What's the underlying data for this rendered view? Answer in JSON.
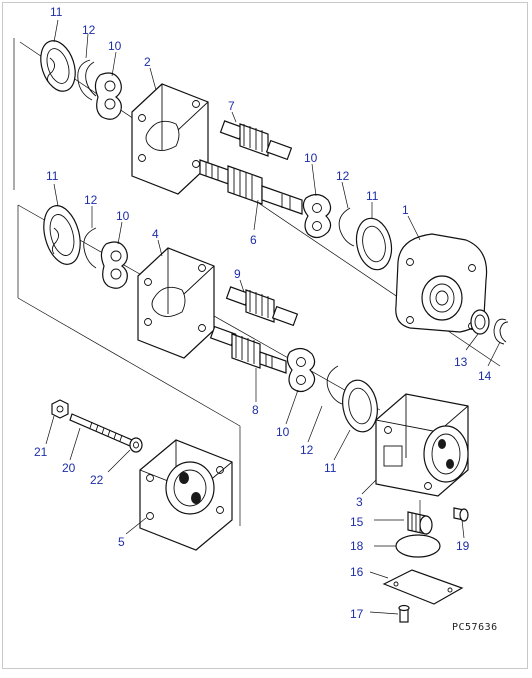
{
  "diagram": {
    "drawing_code": "PC57636",
    "callouts": [
      {
        "id": "c11a",
        "text": "11"
      },
      {
        "id": "c12a",
        "text": "12"
      },
      {
        "id": "c10a",
        "text": "10"
      },
      {
        "id": "c2",
        "text": "2"
      },
      {
        "id": "c7",
        "text": "7"
      },
      {
        "id": "c10b",
        "text": "10"
      },
      {
        "id": "c12b",
        "text": "12"
      },
      {
        "id": "c11b",
        "text": "11"
      },
      {
        "id": "c6",
        "text": "6"
      },
      {
        "id": "c1",
        "text": "1"
      },
      {
        "id": "c11c",
        "text": "11"
      },
      {
        "id": "c12c",
        "text": "12"
      },
      {
        "id": "c10c",
        "text": "10"
      },
      {
        "id": "c4",
        "text": "4"
      },
      {
        "id": "c9",
        "text": "9"
      },
      {
        "id": "c13",
        "text": "13"
      },
      {
        "id": "c14",
        "text": "14"
      },
      {
        "id": "c8",
        "text": "8"
      },
      {
        "id": "c10d",
        "text": "10"
      },
      {
        "id": "c12d",
        "text": "12"
      },
      {
        "id": "c11d",
        "text": "11"
      },
      {
        "id": "c21",
        "text": "21"
      },
      {
        "id": "c20",
        "text": "20"
      },
      {
        "id": "c22",
        "text": "22"
      },
      {
        "id": "c3",
        "text": "3"
      },
      {
        "id": "c15",
        "text": "15"
      },
      {
        "id": "c19",
        "text": "19"
      },
      {
        "id": "c5",
        "text": "5"
      },
      {
        "id": "c18",
        "text": "18"
      },
      {
        "id": "c16",
        "text": "16"
      },
      {
        "id": "c17",
        "text": "17"
      }
    ]
  }
}
